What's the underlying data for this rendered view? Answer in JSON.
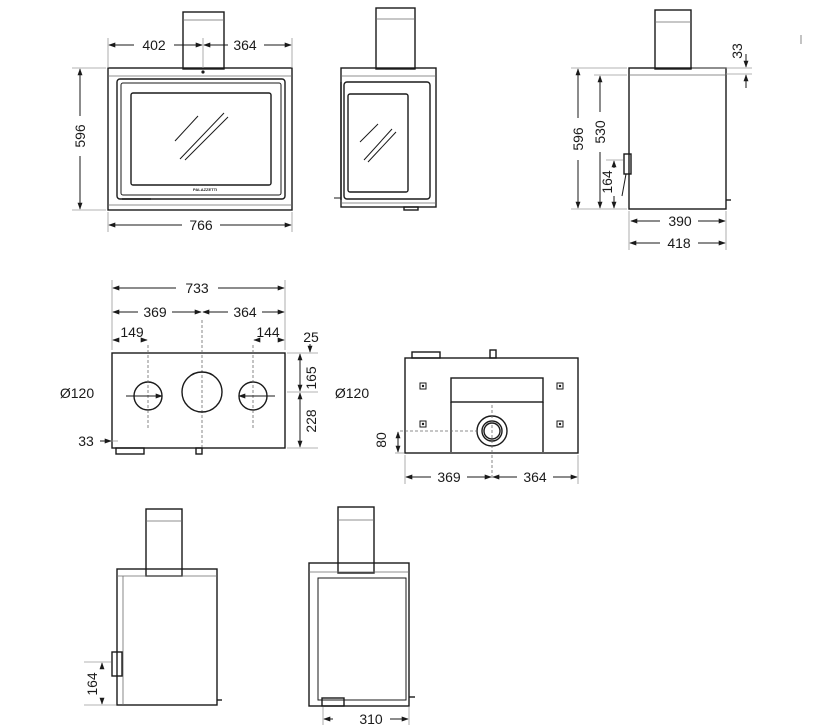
{
  "brand_mark": "PALAZZETTI",
  "views": {
    "front": {
      "width_left": "402",
      "width_right": "364",
      "height": "596",
      "overall_width": "766"
    },
    "side_right": {
      "top_offset": "33",
      "height_total": "596",
      "height_body": "530",
      "handle_height": "164",
      "depth_body": "390",
      "depth_total": "418"
    },
    "top": {
      "width": "733",
      "left_center": "369",
      "right_center": "364",
      "left_hole_offset": "149",
      "right_hole_offset": "144",
      "top_offset": "25",
      "depth_front": "165",
      "depth_rear": "228",
      "small_offset": "33",
      "hole_diameter_left": "Ø120",
      "hole_diameter_right": "Ø120"
    },
    "rear": {
      "height_80": "80",
      "left_center": "369",
      "right_center": "364"
    },
    "side_left": {
      "handle_height": "164"
    },
    "side_closed": {
      "foot_width": "310"
    }
  }
}
